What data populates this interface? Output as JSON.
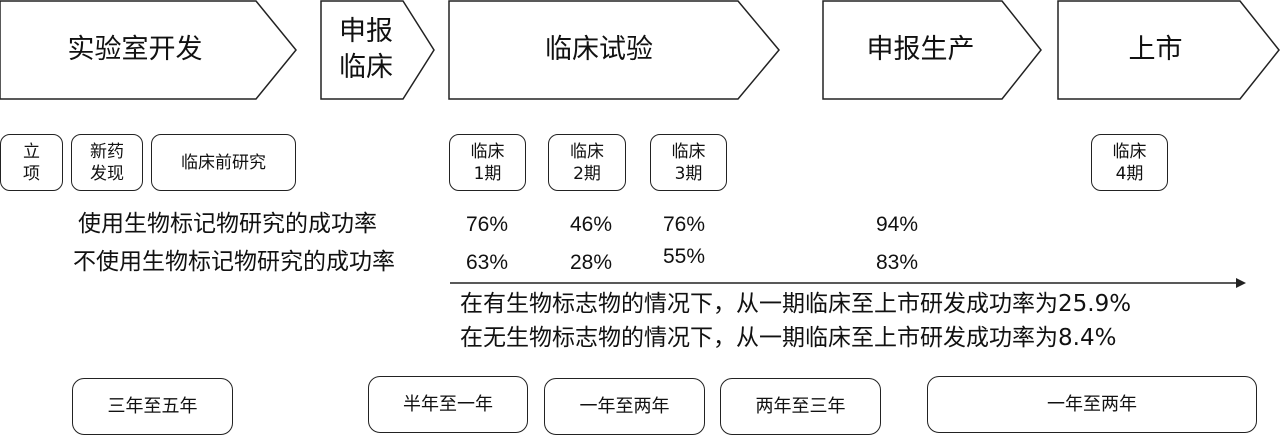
{
  "phases": [
    {
      "label": "实验室开发"
    },
    {
      "label": "申报\n临床"
    },
    {
      "label": "临床试验"
    },
    {
      "label": "申报生产"
    },
    {
      "label": "上市"
    }
  ],
  "stages": [
    "立\n项",
    "新药\n发现",
    "临床前研究",
    "临床\n1期",
    "临床\n2期",
    "临床\n3期",
    "临床\n4期"
  ],
  "rows": [
    {
      "label": "使用生物标记物研究的成功率",
      "values": [
        "76%",
        "46%",
        "76%",
        "94%"
      ]
    },
    {
      "label": "不使用生物标记物研究的成功率",
      "values": [
        "63%",
        "28%",
        "55%",
        "83%"
      ]
    }
  ],
  "summary": [
    "在有生物标志物的情况下，从一期临床至上市研发成功率为25.9%",
    "在无生物标志物的情况下，从一期临床至上市研发成功率为8.4%"
  ],
  "durations": [
    "三年至五年",
    "半年至一年",
    "一年至两年",
    "两年至三年",
    "一年至两年"
  ],
  "colors": {
    "stroke": "#222222",
    "text": "#111111",
    "background": "#ffffff"
  }
}
